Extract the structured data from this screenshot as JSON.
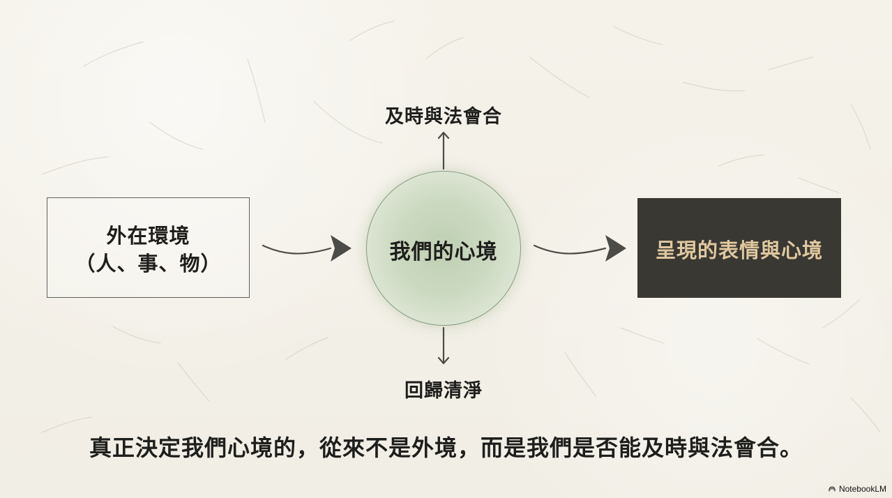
{
  "diagram": {
    "left_box": {
      "title": "外在環境",
      "subtitle": "（人、事、物）"
    },
    "center": {
      "label": "我們的心境"
    },
    "right_box": {
      "label": "呈現的表情與心境"
    },
    "top_label": "及時與法會合",
    "bottom_label": "回歸清淨"
  },
  "summary": "真正決定我們心境的，從來不是外境，而是我們是否能及時與法會合。",
  "brand": {
    "name": "NotebookLM",
    "icon": "notebooklm-icon"
  },
  "colors": {
    "background": "#f3f0e7",
    "circle_fill": "#c9d7bf",
    "right_box_fill": "#393833",
    "right_box_text": "#e0c89f"
  }
}
